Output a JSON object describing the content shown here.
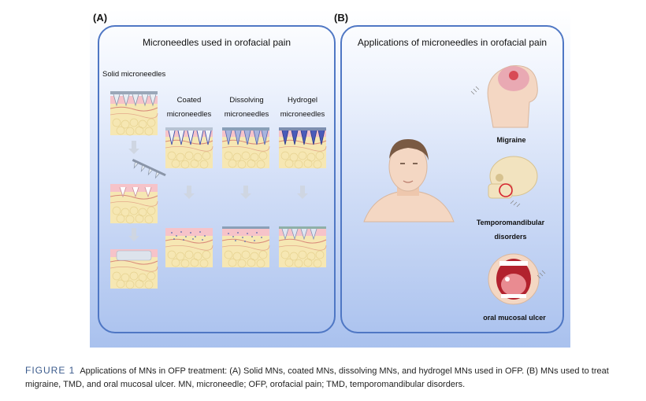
{
  "panelA": {
    "label": "(A)",
    "title": "Microneedles used in orofacial pain",
    "solid_label": "Solid microneedles",
    "coated_line1": "Coated",
    "coated_line2": "microneedles",
    "dissolving_line1": "Dissolving",
    "dissolving_line2": "microneedles",
    "hydrogel_line1": "Hydrogel",
    "hydrogel_line2": "microneedles"
  },
  "panelB": {
    "label": "(B)",
    "title": "Applications of microneedles in orofacial pain",
    "migraine": "Migraine",
    "tmd_line1": "Temporomandibular",
    "tmd_line2": "disorders",
    "ulcer": "oral mucosal ulcer"
  },
  "caption": {
    "figure_label": "FIGURE 1",
    "text": "Applications of MNs in OFP treatment: (A) Solid MNs, coated MNs, dissolving MNs, and hydrogel MNs used in OFP. (B) MNs used to treat migraine, TMD, and oral mucosal ulcer. MN, microneedle; OFP, orofacial pain; TMD, temporomandibular disorders."
  },
  "colors": {
    "panel_border": "#4f77c4",
    "skin_top": "#f6c3c9",
    "fat": "#f6e7b3",
    "needle_blue": "#3e4ea8",
    "arrow": "#cfd6e2"
  }
}
